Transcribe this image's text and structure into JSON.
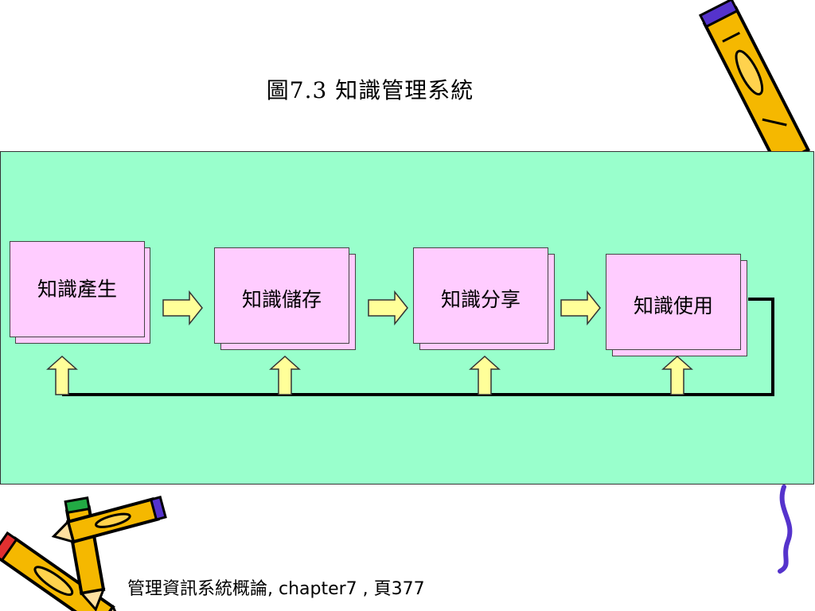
{
  "title": "圖7.3 知識管理系統",
  "diagram": {
    "steps": [
      "知識產生",
      "知識儲存",
      "知識分享",
      "知識使用"
    ]
  },
  "footer": "管理資訊系統概論, chapter7 , 頁377",
  "colors": {
    "panel": "#99ffcc",
    "box": "#ffccff",
    "arrow_fill": "#ffff99",
    "pencil_body": "#f5b800",
    "pencil_outline": "#000000",
    "pencil_accent": "#5533cc"
  }
}
